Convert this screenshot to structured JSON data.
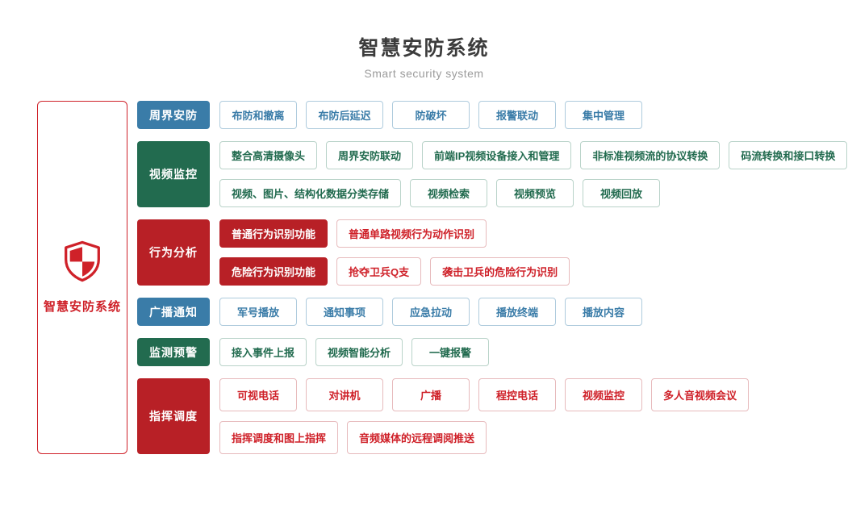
{
  "header": {
    "title": "智慧安防系统",
    "subtitle": "Smart security system"
  },
  "root": {
    "label": "智慧安防系统",
    "icon": "shield-icon"
  },
  "colors": {
    "blue": "#3a7ca8",
    "green": "#226b4f",
    "red": "#b82026",
    "red_accent": "#cf2129",
    "title": "#3c3c3c",
    "subtitle": "#9b9b9b"
  },
  "groups": [
    {
      "category": "周界安防",
      "color": "blue",
      "lines": [
        [
          "布防和撤离",
          "布防后延迟",
          "防破坏",
          "报警联动",
          "集中管理"
        ]
      ]
    },
    {
      "category": "视频监控",
      "color": "green",
      "lines": [
        [
          "整合高清摄像头",
          "周界安防联动",
          "前端IP视频设备接入和管理",
          "非标准视频流的协议转换",
          "码流转换和接口转换"
        ],
        [
          "视频、图片、结构化数据分类存储",
          "视频检索",
          "视频预览",
          "视频回放"
        ]
      ]
    },
    {
      "category": "行为分析",
      "color": "red",
      "lines": [
        [
          {
            "label": "普通行为识别功能",
            "solid": true
          },
          "普通单路视频行为动作识别"
        ],
        [
          {
            "label": "危险行为识别功能",
            "solid": true
          },
          "抢夺卫兵Q支",
          "袭击卫兵的危险行为识别"
        ]
      ]
    },
    {
      "category": "广播通知",
      "color": "blue",
      "lines": [
        [
          "军号播放",
          "通知事项",
          "应急拉动",
          "播放终端",
          "播放内容"
        ]
      ]
    },
    {
      "category": "监测预警",
      "color": "green",
      "lines": [
        [
          "接入事件上报",
          "视频智能分析",
          "一键报警"
        ]
      ]
    },
    {
      "category": "指挥调度",
      "color": "red",
      "lines": [
        [
          "可视电话",
          "对讲机",
          "广播",
          "程控电话",
          "视频监控",
          "多人音视频会议"
        ],
        [
          "指挥调度和图上指挥",
          "音频媒体的远程调阅推送"
        ]
      ]
    }
  ]
}
